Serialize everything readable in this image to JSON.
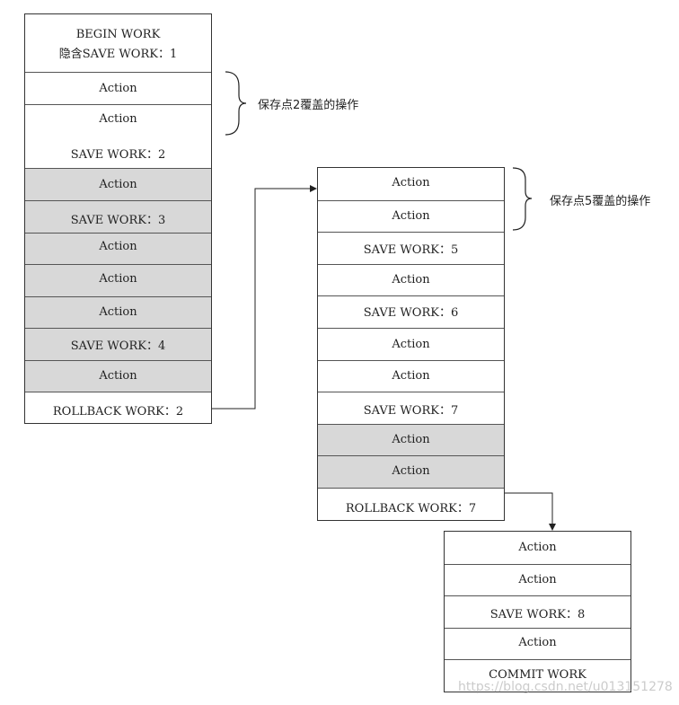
{
  "blocks": [
    {
      "rows": [
        {
          "lines": [
            "BEGIN WORK",
            "隐含SAVE WORK：1"
          ],
          "shaded": false
        },
        {
          "lines": [
            "Action"
          ],
          "shaded": false
        },
        {
          "lines": [
            "Action",
            "SAVE WORK：2"
          ],
          "shaded": false
        },
        {
          "lines": [
            "Action"
          ],
          "shaded": true
        },
        {
          "lines": [
            "SAVE WORK：3"
          ],
          "shaded": true
        },
        {
          "lines": [
            "Action"
          ],
          "shaded": true
        },
        {
          "lines": [
            "Action"
          ],
          "shaded": true
        },
        {
          "lines": [
            "Action"
          ],
          "shaded": true
        },
        {
          "lines": [
            "SAVE WORK：4"
          ],
          "shaded": true
        },
        {
          "lines": [
            "Action"
          ],
          "shaded": true
        },
        {
          "lines": [
            "ROLLBACK WORK：2"
          ],
          "shaded": false
        }
      ]
    },
    {
      "rows": [
        {
          "lines": [
            "Action"
          ],
          "shaded": false
        },
        {
          "lines": [
            "Action"
          ],
          "shaded": false
        },
        {
          "lines": [
            "SAVE WORK：5"
          ],
          "shaded": false
        },
        {
          "lines": [
            "Action"
          ],
          "shaded": false
        },
        {
          "lines": [
            "SAVE WORK：6"
          ],
          "shaded": false
        },
        {
          "lines": [
            "Action"
          ],
          "shaded": false
        },
        {
          "lines": [
            "Action"
          ],
          "shaded": false
        },
        {
          "lines": [
            "SAVE WORK：7"
          ],
          "shaded": false
        },
        {
          "lines": [
            "Action"
          ],
          "shaded": true
        },
        {
          "lines": [
            "Action"
          ],
          "shaded": true
        },
        {
          "lines": [
            "ROLLBACK WORK：7"
          ],
          "shaded": false
        }
      ]
    },
    {
      "rows": [
        {
          "lines": [
            "Action"
          ],
          "shaded": false
        },
        {
          "lines": [
            "Action"
          ],
          "shaded": false
        },
        {
          "lines": [
            "SAVE WORK：8"
          ],
          "shaded": false
        },
        {
          "lines": [
            "Action"
          ],
          "shaded": false
        },
        {
          "lines": [
            "COMMIT WORK"
          ],
          "shaded": false
        }
      ]
    }
  ],
  "annotations": {
    "note1": "保存点2覆盖的操作",
    "note2": "保存点5覆盖的操作"
  },
  "watermark": "https://blog.csdn.net/u013151278",
  "colors": {
    "shaded_row": "#d8d8d8",
    "border": "#333333",
    "text": "#222222"
  }
}
